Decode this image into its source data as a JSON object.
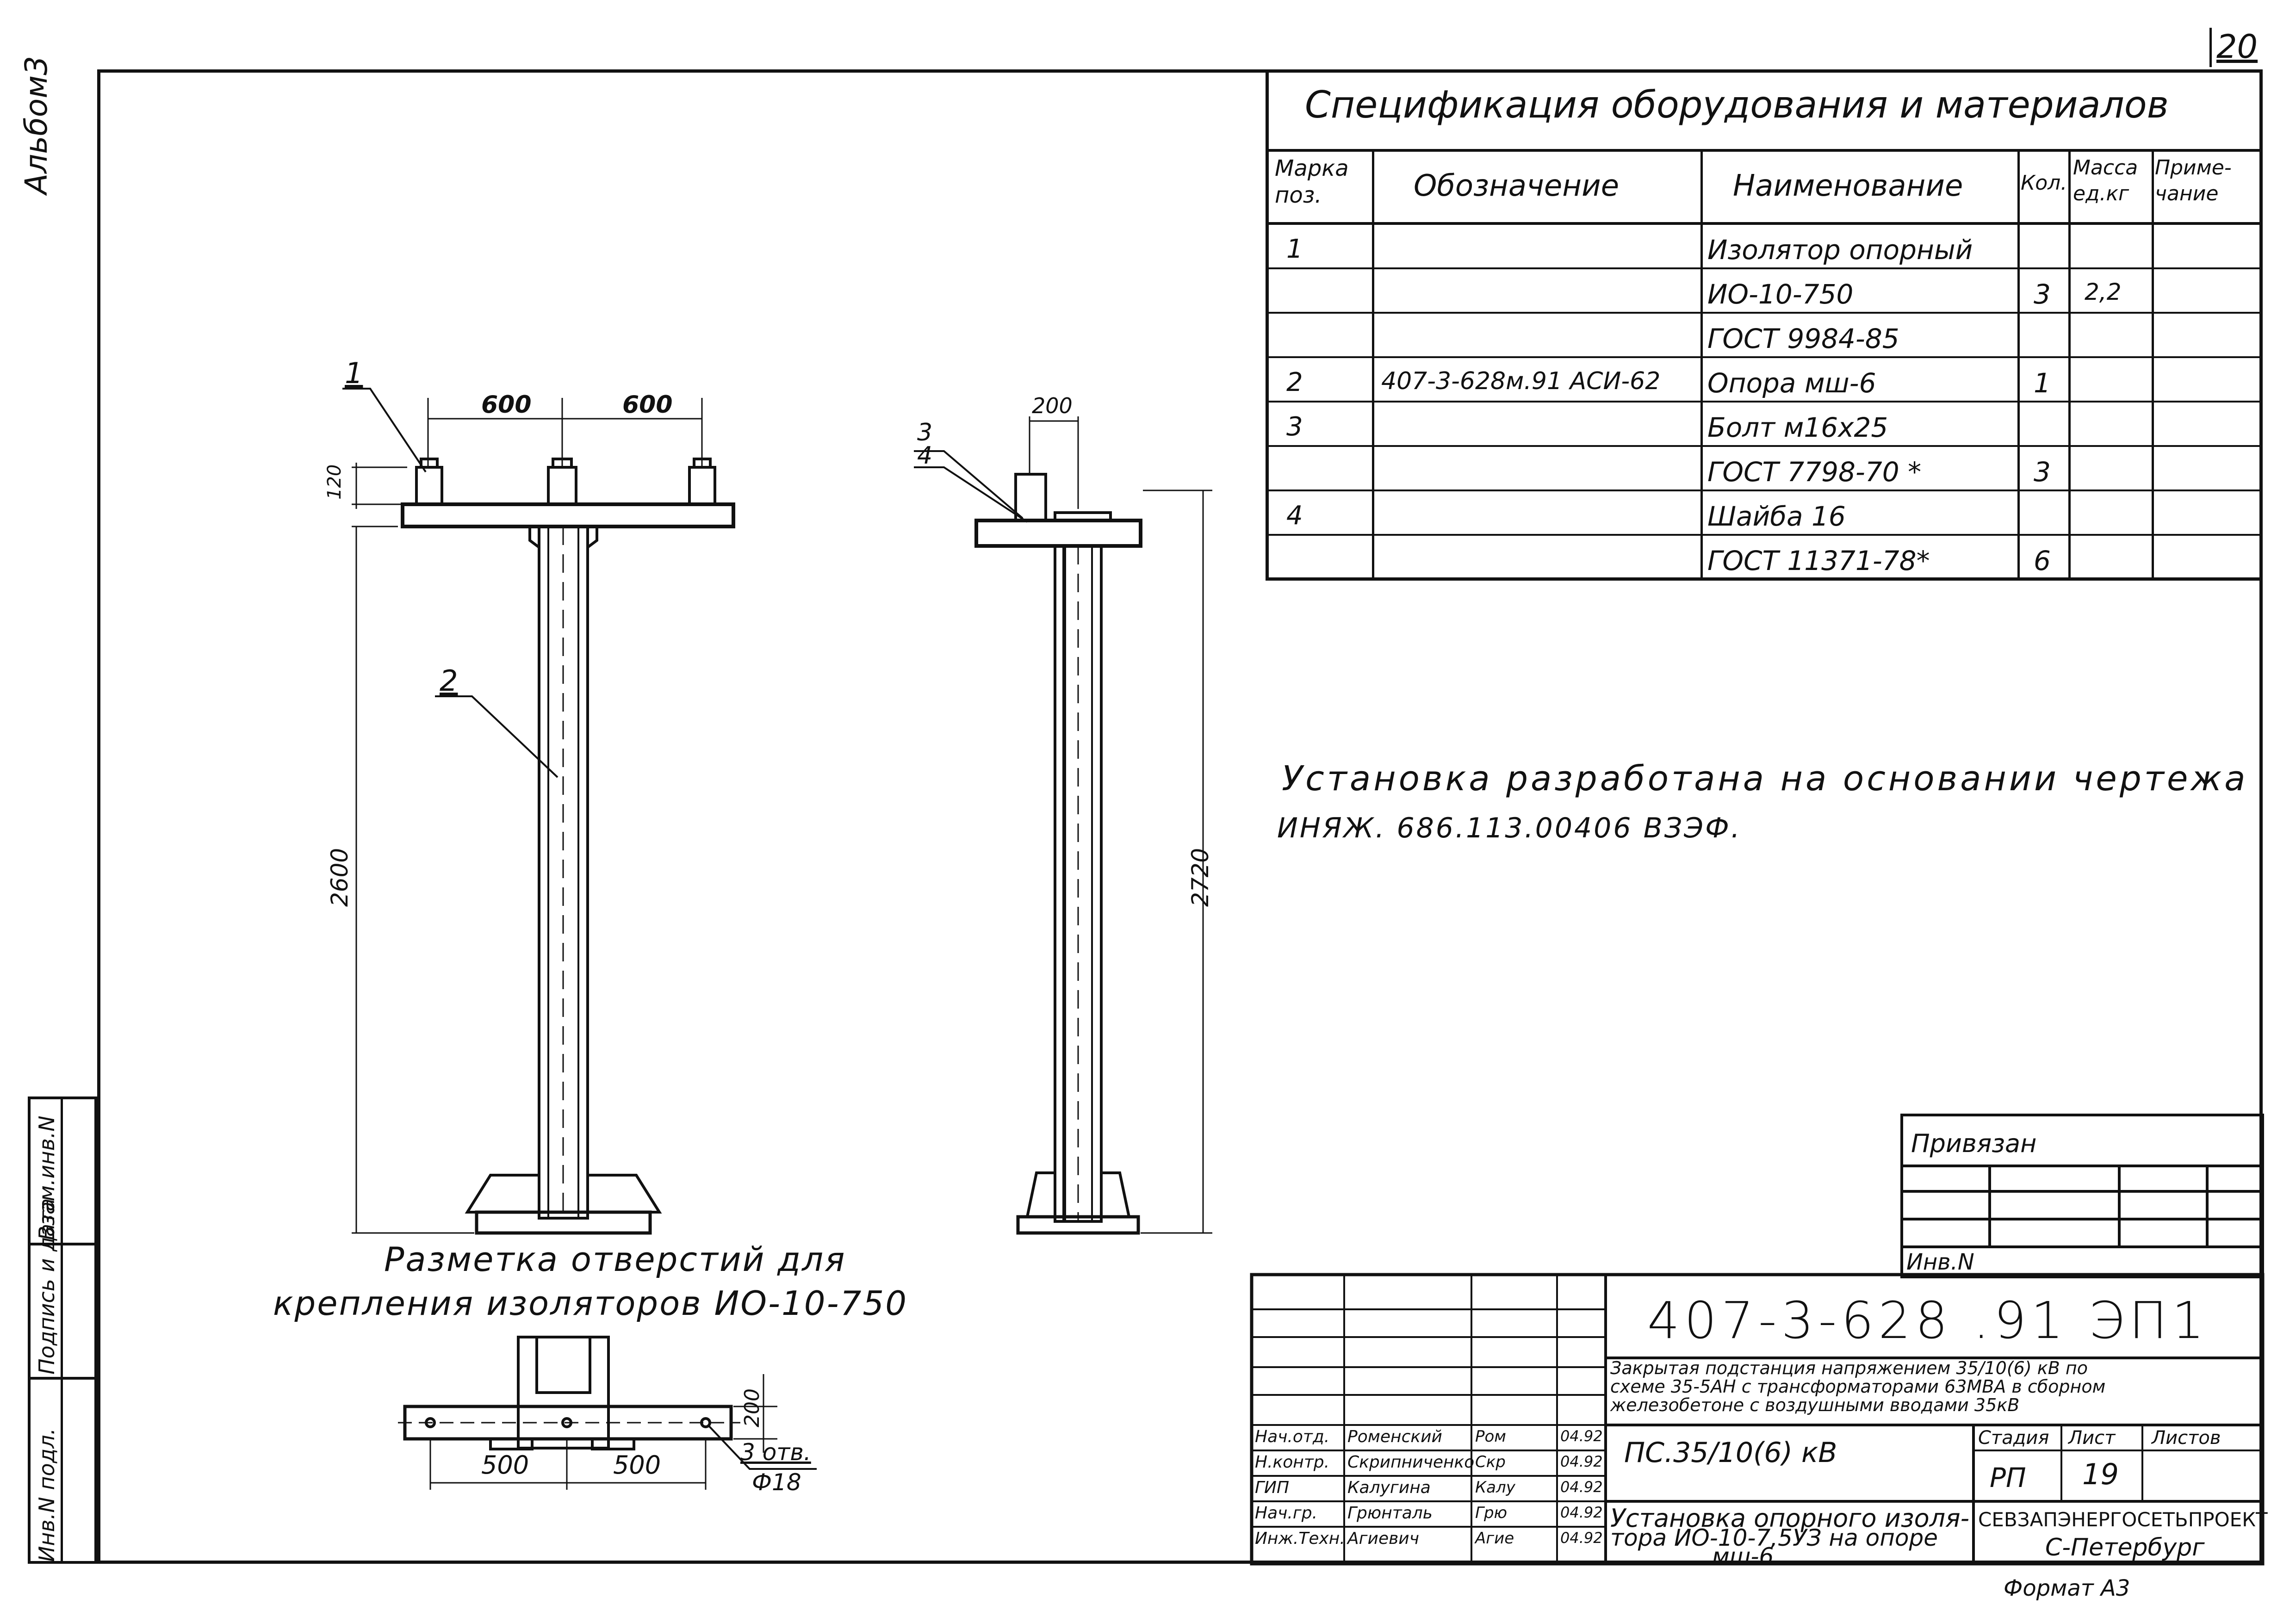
{
  "page": {
    "number": "20",
    "album": "Альбом3",
    "format": "Формат А3"
  },
  "left_stamp": {
    "cells": [
      "Инв.N подл.",
      "Подпись и дата",
      "Взам.инв.N"
    ]
  },
  "spec": {
    "title": "Спецификация оборудования и материалов",
    "headers": [
      "Марка поз.",
      "Обозначение",
      "Наименование",
      "Кол.",
      "Масса ед.кг",
      "Приме- чание"
    ],
    "rows": [
      {
        "pos": "1",
        "designation": "",
        "name": "Изолятор опорный",
        "qty": "",
        "mass": "",
        "note": ""
      },
      {
        "pos": "",
        "designation": "",
        "name": "ИО-10-750",
        "qty": "3",
        "mass": "2,2",
        "note": ""
      },
      {
        "pos": "",
        "designation": "",
        "name": "ГОСТ 9984-85",
        "qty": "",
        "mass": "",
        "note": ""
      },
      {
        "pos": "2",
        "designation": "407-3-628м.91 АСИ-62",
        "name": "Опора мш-6",
        "qty": "1",
        "mass": "",
        "note": ""
      },
      {
        "pos": "3",
        "designation": "",
        "name": "Болт м16х25",
        "qty": "",
        "mass": "",
        "note": ""
      },
      {
        "pos": "",
        "designation": "",
        "name": "ГОСТ 7798-70 *",
        "qty": "3",
        "mass": "",
        "note": ""
      },
      {
        "pos": "4",
        "designation": "",
        "name": "Шайба 16",
        "qty": "",
        "mass": "",
        "note": ""
      },
      {
        "pos": "",
        "designation": "",
        "name": "ГОСТ 11371-78*",
        "qty": "6",
        "mass": "",
        "note": ""
      }
    ]
  },
  "note": {
    "line1": "Установка разработана на основании чертежа",
    "line2": "ИНЯЖ. 686.113.00406 ВЗЭФ."
  },
  "front_view": {
    "callout_1": "1",
    "callout_2": "2",
    "dim_left": "600",
    "dim_right": "600",
    "dim_h_top": "120",
    "dim_height": "2600"
  },
  "side_view": {
    "callout_3": "3",
    "callout_4": "4",
    "dim_top": "200",
    "dim_height": "2720"
  },
  "markup": {
    "title_line1": "Разметка отверстий для",
    "title_line2": "крепления изоляторов ИО-10-750",
    "dim_left": "500",
    "dim_right": "500",
    "dim_h": "200",
    "holes": "3 отв.",
    "diameter": "Ф18"
  },
  "title_block": {
    "privyazan": "Привязан",
    "inv": "Инв.N",
    "code": "407-3-628 .91 ЭП1",
    "project_lines": [
      "Закрытая подстанция напряжением 35/10(6) кВ по",
      "схеме 35-5АН с трансформаторами 63МВА в сборном",
      "железобетоне с воздушными вводами 35кВ"
    ],
    "object": "ПС.35/10(6) кВ",
    "sheet_title_lines": [
      "Установка опорного изоля-",
      "тора ИО-10-7,5УЗ на опоре",
      "мш-6"
    ],
    "stage_label": "Стадия",
    "sheet_label": "Лист",
    "sheets_label": "Листов",
    "stage": "РП",
    "sheet": "19",
    "org": "СЕВЗАПЭНЕРГОСЕТЬПРОЕКТ",
    "city": "С-Петербург",
    "signers": [
      {
        "role": "Нач.отд.",
        "name": "Роменский",
        "sign": "Ром",
        "date": "04.92"
      },
      {
        "role": "Н.контр.",
        "name": "Скрипниченко",
        "sign": "Скр",
        "date": "04.92"
      },
      {
        "role": "ГИП",
        "name": "Калугина",
        "sign": "Калу",
        "date": "04.92"
      },
      {
        "role": "Нач.гр.",
        "name": "Грюнталь",
        "sign": "Грю",
        "date": "04.92"
      },
      {
        "role": "Инж.Техн.",
        "name": "Агиевич",
        "sign": "Агие",
        "date": "04.92"
      }
    ]
  }
}
